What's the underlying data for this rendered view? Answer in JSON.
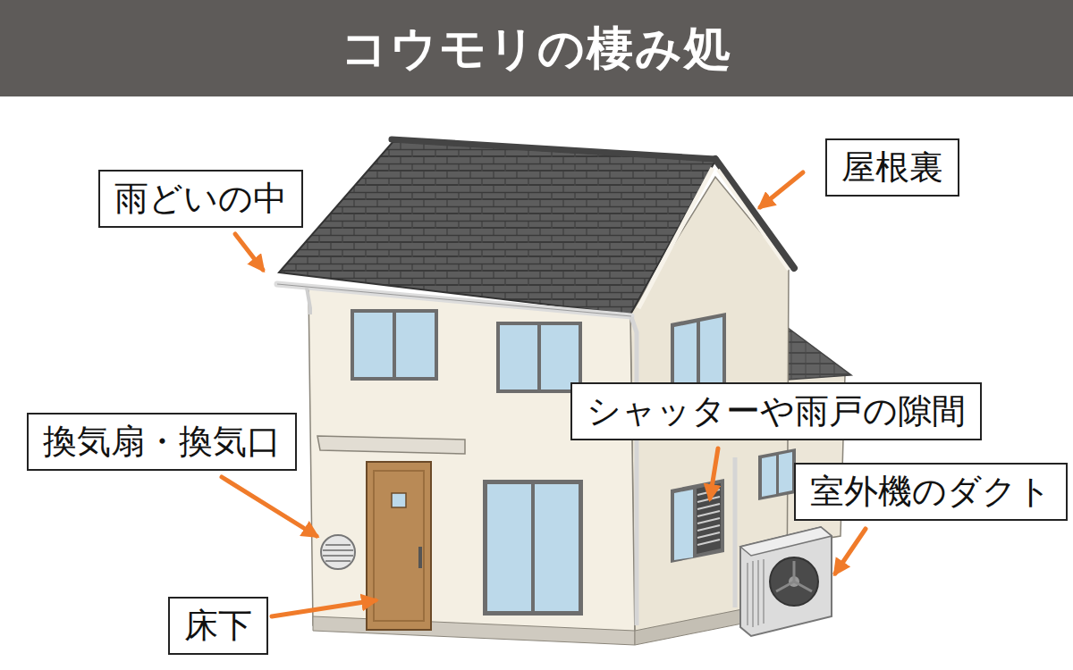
{
  "diagram": {
    "title": "コウモリの棲み処",
    "nodes": [
      {
        "text": [
          "屋根裏"
        ]
      },
      {
        "text": [
          "雨どいの中"
        ]
      },
      {
        "text": [
          "シャッターや雨戸の隙間"
        ]
      },
      {
        "text": [
          "換気扇・換気口"
        ]
      },
      {
        "text": [
          "室外機のダクト"
        ]
      },
      {
        "text": [
          "床下"
        ]
      }
    ]
  }
}
